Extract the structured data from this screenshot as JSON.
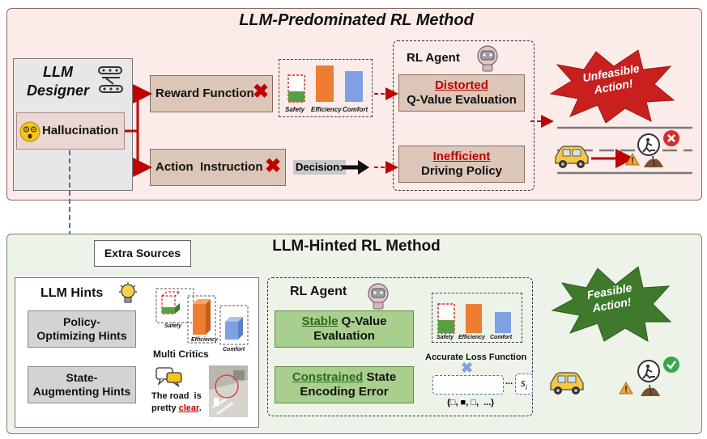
{
  "top": {
    "title": "LLM-Predominated RL Method",
    "designer": "LLM\nDesigner",
    "hallucination": "Hallucination",
    "reward_function": "Reward Function",
    "action_instruction": "Action  Instruction",
    "decision": "Decision:",
    "bar_labels": [
      "Safety",
      "Efficiency",
      "Comfort"
    ],
    "rl_agent": "RL Agent",
    "distorted": "Distorted",
    "qvalue": "Q-Value Evaluation",
    "inefficient": "Inefficient",
    "driving_policy": "Driving Policy",
    "burst": "Unfeasible\nAction!"
  },
  "bottom": {
    "title": "LLM-Hinted RL Method",
    "extra_sources": "Extra Sources",
    "llm_hints": "LLM Hints",
    "policy_hints": "Policy-\nOptimizing Hints",
    "state_hints": "State-\nAugmenting Hints",
    "multi_critics": "Multi Critics",
    "critic_labels": [
      "Safety",
      "Efficiency",
      "Comfort"
    ],
    "speech_1": "The road  is",
    "speech_2": "pretty ",
    "speech_clear": "clear",
    "speech_end": ".",
    "rl_agent": "RL Agent",
    "stable": "Stable",
    "qvalue": " Q-Value\nEvaluation",
    "constrained": "Constrained",
    "state": " State",
    "encoding_error": "Encoding Error",
    "bar_labels": [
      "Safety",
      "Efficiency",
      "Comfort"
    ],
    "accurate_loss": "Accurate Loss Function",
    "vector": "(□, ■, □,  ...)",
    "ellipsis": "...",
    "state_symbol": "s",
    "state_sub": "i",
    "burst": "Feasible\nAction!"
  },
  "colors": {
    "top_bg": "#fbecea",
    "bottom_bg": "#eef3e9",
    "tan_box": "#dcc6b8",
    "green_box": "#a9cf8e",
    "gray_box": "#d3d3d3",
    "red": "#c00000",
    "red_burst": "#c9201f",
    "green_burst": "#3f7a2c",
    "safety_green": "#5a9e43",
    "efficiency_orange": "#ee7d32",
    "comfort_blue": "#7fa1e3"
  },
  "icons": [
    "robot-arm-icon",
    "dizzy-face-icon",
    "cross-icon",
    "robot-head-icon",
    "car-icon",
    "worker-sign-icon",
    "warning-icon",
    "lightbulb-icon",
    "speech-bubble-icon",
    "check-icon",
    "arrow-right-icon"
  ]
}
